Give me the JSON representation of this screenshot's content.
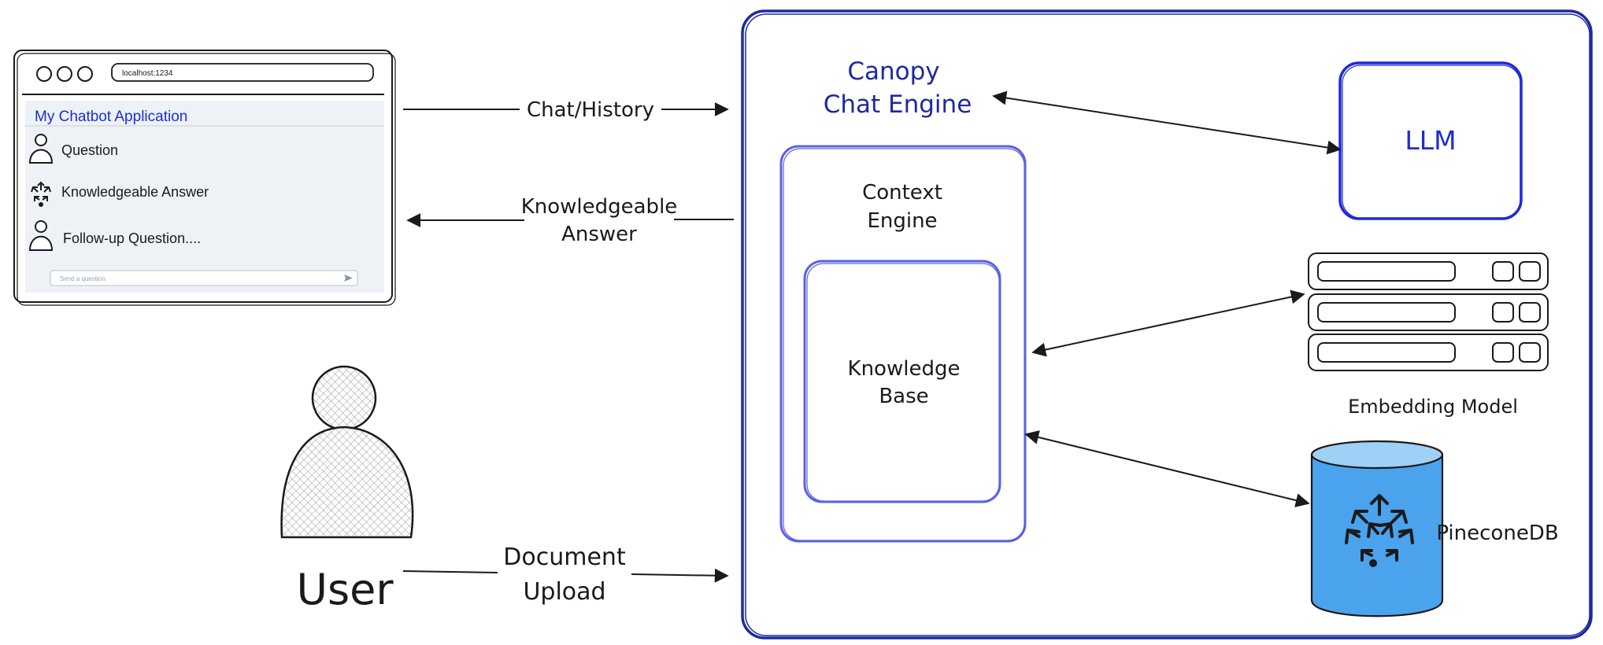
{
  "browser": {
    "url": "localhost:1234",
    "app_title": "My Chatbot Application",
    "messages": [
      {
        "text": "Question",
        "icon": "user-icon"
      },
      {
        "text": "Knowledgeable Answer",
        "icon": "pinecone-logo-icon"
      },
      {
        "text": "Follow-up Question....",
        "icon": "user-icon"
      }
    ],
    "input_placeholder": "Send a question"
  },
  "arrows": {
    "chat_history": "Chat/History",
    "answer_line1": "Knowledgeable",
    "answer_line2": "Answer",
    "upload_line1": "Document",
    "upload_line2": "Upload"
  },
  "user": {
    "label": "User"
  },
  "engine": {
    "title_line1": "Canopy",
    "title_line2": "Chat Engine",
    "context_line1": "Context",
    "context_line2": "Engine",
    "kb_line1": "Knowledge",
    "kb_line2": "Base"
  },
  "llm": {
    "label": "LLM"
  },
  "embedding": {
    "label": "Embedding Model"
  },
  "pinecone": {
    "label": "PineconeDB"
  },
  "colors": {
    "ink": "#1a1a1a",
    "engine_border": "#1e2a9e",
    "context_border": "#5a63e0",
    "llm_border": "#1f2bd6",
    "title_text": "#1e2a9e",
    "app_title": "#1a2fd0",
    "db_fill": "#4aa3ec",
    "db_top": "#9fd0f6",
    "panel_fill": "#eef2f7"
  }
}
